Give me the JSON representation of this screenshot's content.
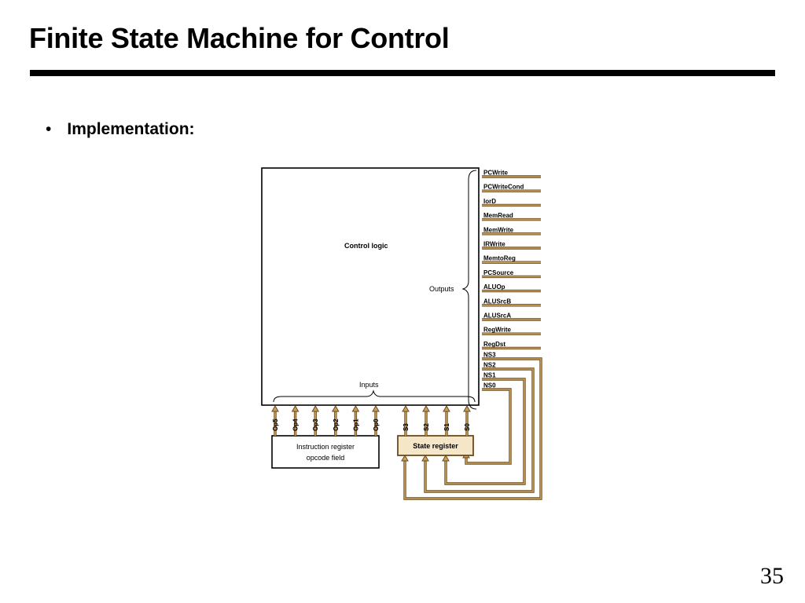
{
  "slide": {
    "title": "Finite State Machine for Control",
    "bullet": "Implementation:",
    "page_number": "35"
  },
  "diagram": {
    "control_logic_label": "Control logic",
    "outputs_label": "Outputs",
    "inputs_label": "Inputs",
    "instruction_register_label": [
      "Instruction register",
      "opcode field"
    ],
    "state_register_label": "State register",
    "outputs": [
      "PCWrite",
      "PCWriteCond",
      "IorD",
      "MemRead",
      "MemWrite",
      "IRWrite",
      "MemtoReg",
      "PCSource",
      "ALUOp",
      "ALUSrcB",
      "ALUSrcA",
      "RegWrite",
      "RegDst"
    ],
    "next_state_outputs": [
      "NS3",
      "NS2",
      "NS1",
      "NS0"
    ],
    "opcode_inputs": [
      "Op5",
      "Op4",
      "Op3",
      "Op2",
      "Op1",
      "Op0"
    ],
    "state_inputs": [
      "S3",
      "S2",
      "S1",
      "S0"
    ],
    "colors": {
      "wire": "#c8a05a",
      "wire_outline": "#6b4a1e",
      "state_register_fill": "#f5e6c8",
      "box_border": "#000000"
    }
  }
}
